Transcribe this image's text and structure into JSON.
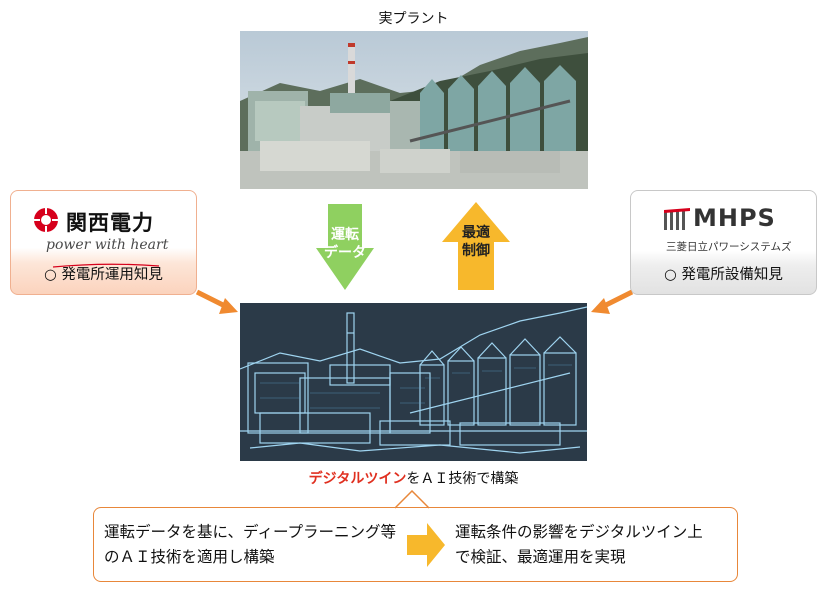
{
  "real_plant": {
    "title": "実プラント"
  },
  "digital_twin": {
    "caption_accent": "デジタルツイン",
    "caption_rest": "をＡＩ技術で構築"
  },
  "kansai": {
    "logo_text": "関西電力",
    "tagline": "power with heart",
    "knowledge": "○ 発電所運用知見"
  },
  "mhps": {
    "logo_text": "MHPS",
    "subtitle": "三菱日立パワーシステムズ",
    "knowledge": "○ 発電所設備知見"
  },
  "flows": {
    "down": {
      "line1": "運転",
      "line2": "データ"
    },
    "up": {
      "line1": "最適",
      "line2": "制御"
    }
  },
  "summary": {
    "left_line1": "運転データを基に、ディープラーニング等",
    "left_line2": "のＡＩ技術を適用し構築",
    "right_line1": "運転条件の影響をデジタルツイン上",
    "right_line2": "で検証、最適運用を実現"
  },
  "colors": {
    "down_arrow": "#8fd060",
    "up_arrow": "#f7b82c",
    "connector": "#f08a30",
    "accent": "#e03020"
  }
}
